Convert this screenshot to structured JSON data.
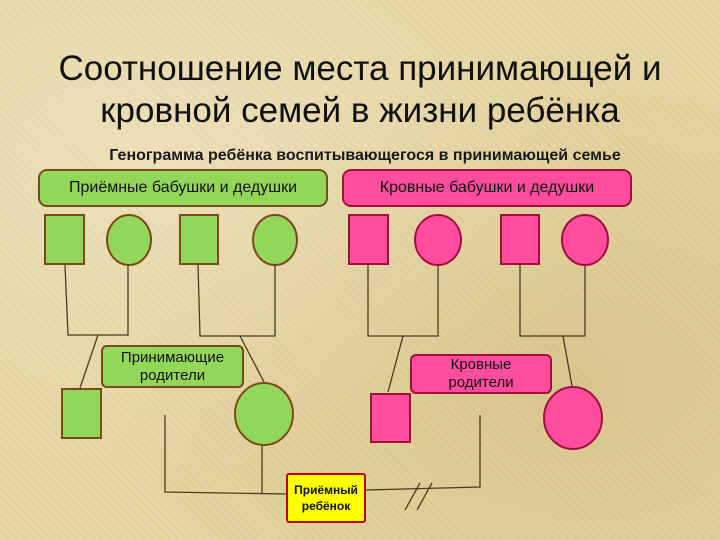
{
  "title": "Соотношение места принимающей и кровной семей в жизни ребёнка",
  "subtitle": "Генограмма ребёнка воспитывающегося в принимающей семье",
  "labels": {
    "adoptive_grandparents": "Приёмные бабушки и дедушки",
    "birth_grandparents": "Кровные бабушки и дедушки",
    "adoptive_parents": "Принимающие родители",
    "birth_parents": "Кровные родители",
    "adopted_child": "Приёмный ребёнок"
  },
  "colors": {
    "adoptive_fill": "#93d75a",
    "adoptive_stroke": "#7a4a1a",
    "birth_fill": "#ff4d9e",
    "birth_stroke": "#a0103e",
    "child_fill": "#ffff00",
    "child_stroke": "#c00000",
    "line": "#4a3a1e"
  }
}
